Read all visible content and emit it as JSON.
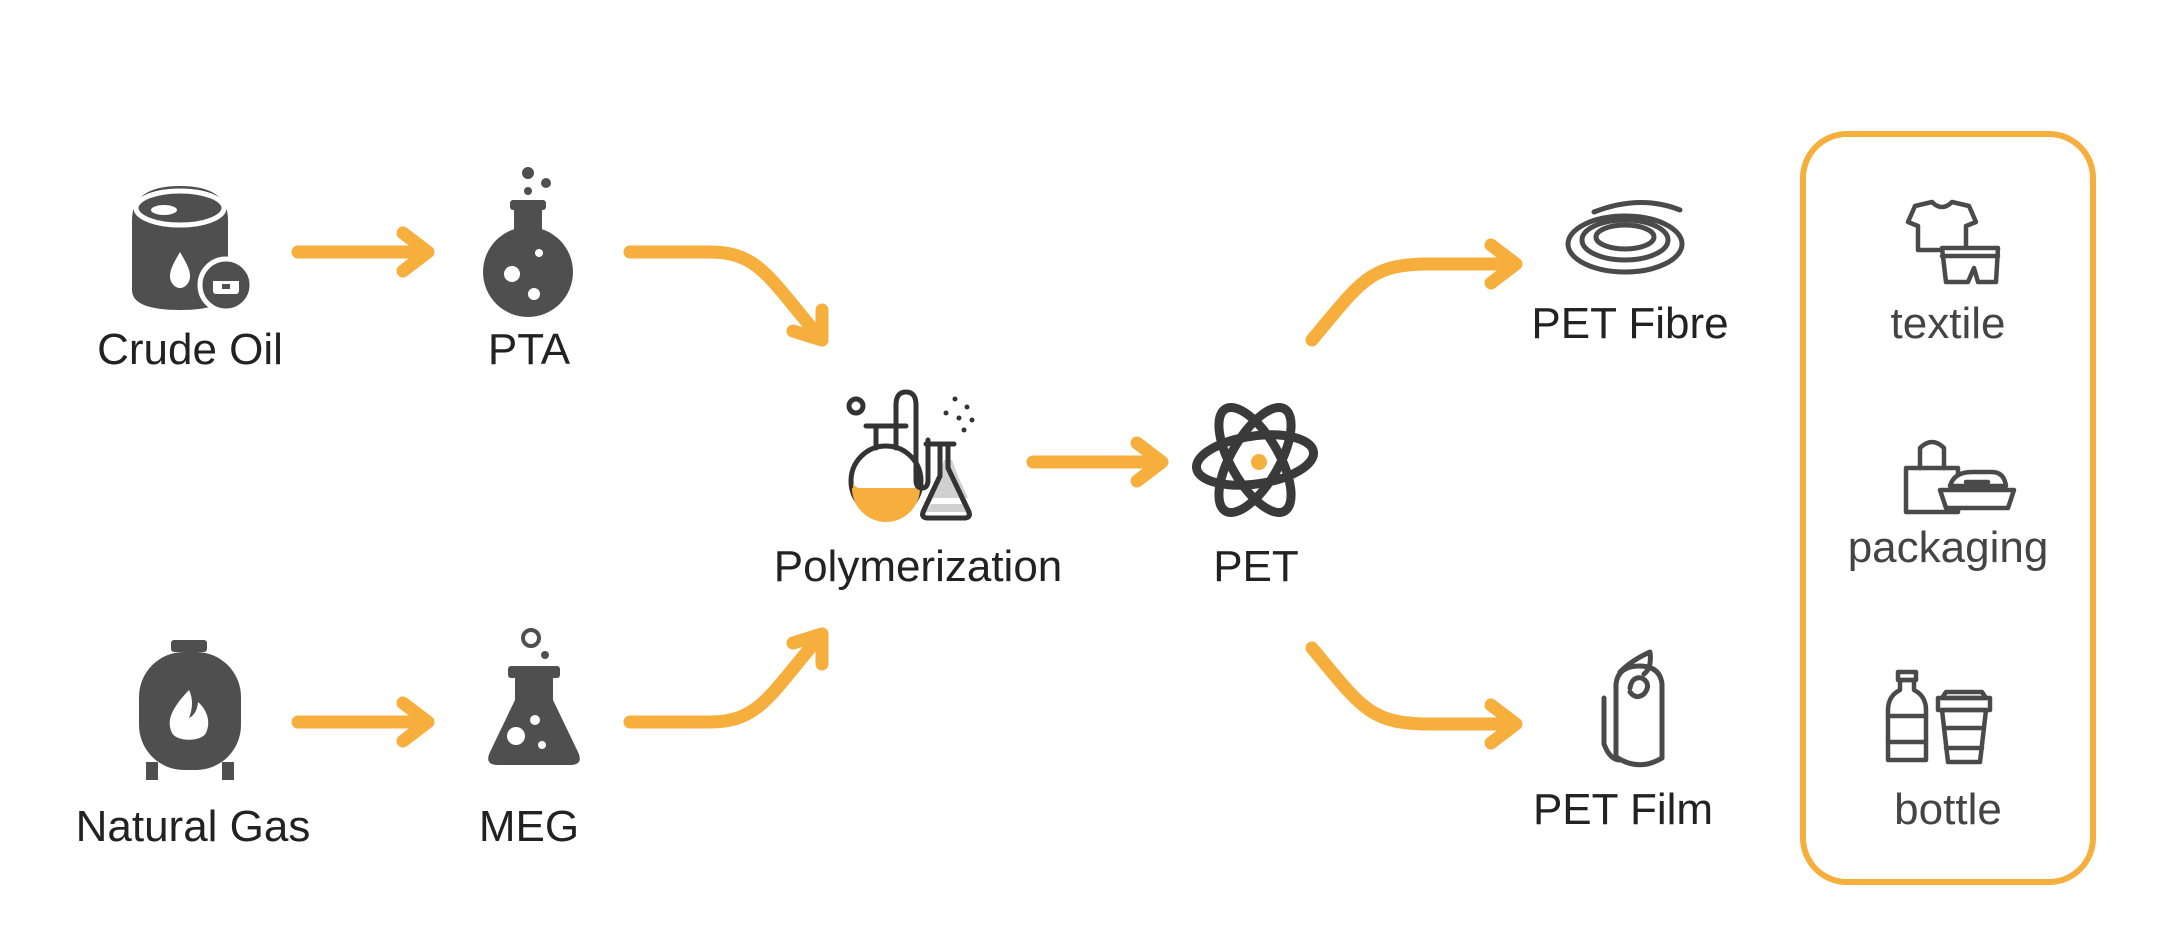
{
  "colors": {
    "accent": "#F6AE3D",
    "icon": "#4F4F4F",
    "text": "#222222",
    "flask_fill": "#D0D0D0"
  },
  "nodes": {
    "crude_oil": {
      "label": "Crude Oil",
      "icon": "oil-barrel-icon"
    },
    "pta": {
      "label": "PTA",
      "icon": "round-flask-icon"
    },
    "natural_gas": {
      "label": "Natural Gas",
      "icon": "gas-tank-icon"
    },
    "meg": {
      "label": "MEG",
      "icon": "conical-flask-icon"
    },
    "polymerization": {
      "label": "Polymerization",
      "icon": "lab-apparatus-icon"
    },
    "pet": {
      "label": "PET",
      "icon": "atom-icon"
    },
    "pet_fibre": {
      "label": "PET Fibre",
      "icon": "fibre-coil-icon"
    },
    "pet_film": {
      "label": "PET Film",
      "icon": "film-roll-icon"
    }
  },
  "applications": {
    "items": [
      {
        "label": "textile",
        "icon": "clothing-icon"
      },
      {
        "label": "packaging",
        "icon": "packaging-icon"
      },
      {
        "label": "bottle",
        "icon": "bottle-cup-icon"
      }
    ]
  },
  "edges": [
    {
      "from": "Crude Oil",
      "to": "PTA"
    },
    {
      "from": "Natural Gas",
      "to": "MEG"
    },
    {
      "from": "PTA",
      "to": "Polymerization"
    },
    {
      "from": "MEG",
      "to": "Polymerization"
    },
    {
      "from": "Polymerization",
      "to": "PET"
    },
    {
      "from": "PET",
      "to": "PET Fibre"
    },
    {
      "from": "PET",
      "to": "PET Film"
    }
  ]
}
